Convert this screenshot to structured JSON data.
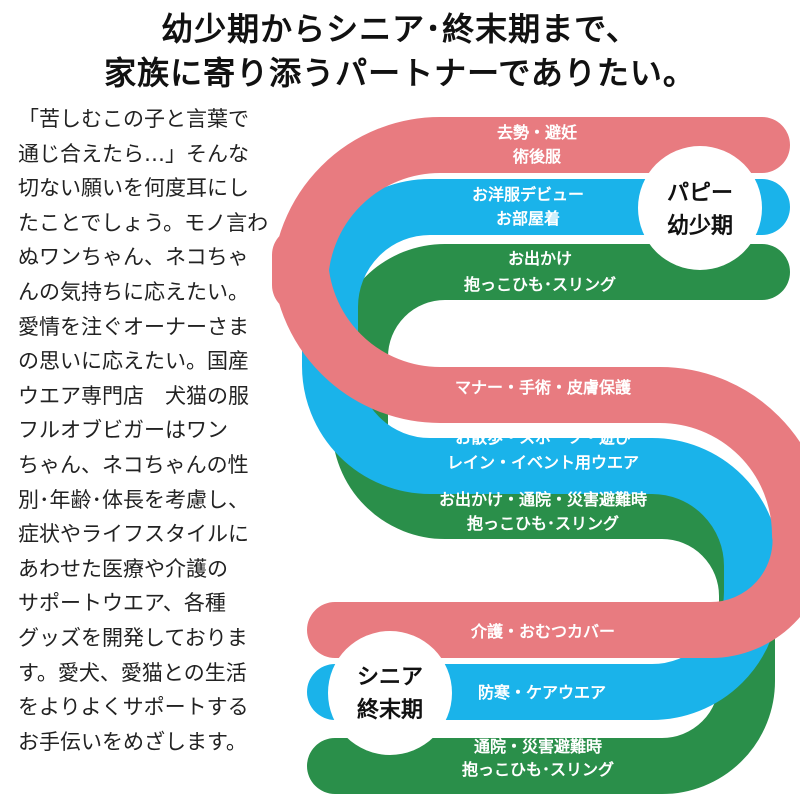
{
  "headline": {
    "line1": "幼少期からシニア･終末期まで、",
    "line2": "家族に寄り添うパートナーでありたい。"
  },
  "body_text": "「苦しむこの子と言葉で\n通じ合えたら…」そんな\n切ない願いを何度耳にし\nたことでしょう。モノ言わ\nぬワンちゃん、ネコちゃ\nんの気持ちに応えたい。\n愛情を注ぐオーナーさま\nの思いに応えたい。国産\nウエア専門店　犬猫の服\nフルオブビガーはワン\nちゃん、ネコちゃんの性\n別･年齢･体長を考慮し、\n症状やライフスタイルに\nあわせた医療や介護の\nサポートウエア、各種\nグッズを開発しておりま\nす。愛犬、愛猫との生活\nをよりよくサポートする\nお手伝いをめざします。",
  "colors": {
    "pink": "#e87b80",
    "blue": "#1ab3ea",
    "green": "#2a8f4a"
  },
  "circles": {
    "puppy": [
      "パピー",
      "幼少期"
    ],
    "senior": [
      "シニア",
      "終末期"
    ]
  },
  "ribbon_labels": {
    "pink_top": [
      "去勢・避妊",
      "術後服"
    ],
    "blue_top": [
      "お洋服デビュー",
      "お部屋着"
    ],
    "green_top": [
      "お出かけ",
      "抱っこひも･スリング"
    ],
    "pink_mid": [
      "マナー・手術・皮膚保護"
    ],
    "blue_mid": [
      "お散歩・スポーツ・遊び",
      "レイン・イベント用ウエア"
    ],
    "green_mid": [
      "お出かけ・通院・災害避難時",
      "抱っこひも･スリング"
    ],
    "pink_bot": [
      "介護・おむつカバー"
    ],
    "blue_bot": [
      "防寒・ケアウエア"
    ],
    "green_bot": [
      "通院・災害避難時",
      "抱っこひも･スリング"
    ]
  }
}
